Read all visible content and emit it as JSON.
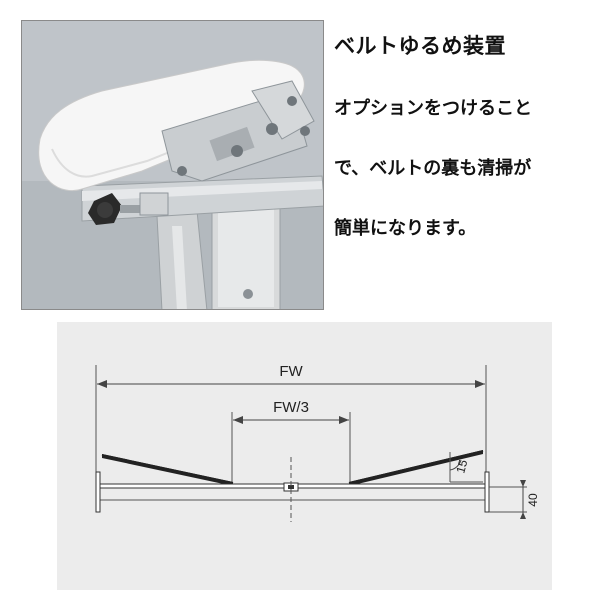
{
  "caption": {
    "title": "ベルトゆるめ装置",
    "lines": [
      "オプションをつけること",
      "で、ベルトの裏も清掃が",
      "簡単になります。"
    ]
  },
  "diagram": {
    "dim_total": "FW",
    "dim_center": "FW/3",
    "angle": "15°",
    "height": "40"
  },
  "photo": {
    "subject": "conveyor belt loosening device",
    "knob_icon": "knob-icon"
  }
}
